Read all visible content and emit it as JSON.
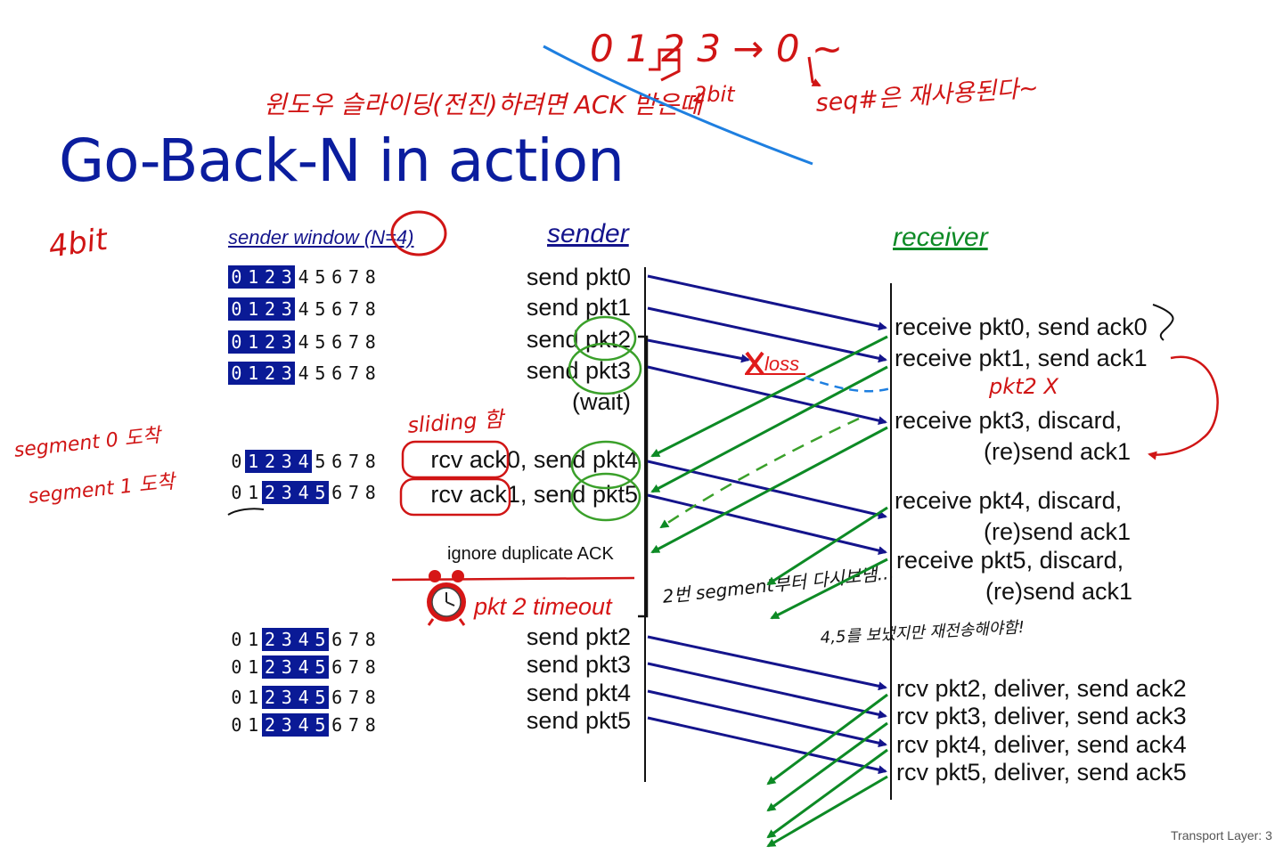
{
  "title": "Go-Back-N in action",
  "headers": {
    "sender_window": "sender window (N=4)",
    "sender": "sender",
    "receiver": "receiver"
  },
  "window_seq": [
    "0",
    "1",
    "2",
    "3",
    "4",
    "5",
    "6",
    "7",
    "8"
  ],
  "window_rows": [
    {
      "base": 0,
      "size": 4
    },
    {
      "base": 0,
      "size": 4
    },
    {
      "base": 0,
      "size": 4
    },
    {
      "base": 0,
      "size": 4
    },
    {
      "base": 1,
      "size": 4
    },
    {
      "base": 2,
      "size": 4
    },
    {
      "base": 2,
      "size": 4
    },
    {
      "base": 2,
      "size": 4
    },
    {
      "base": 2,
      "size": 4
    },
    {
      "base": 2,
      "size": 4
    }
  ],
  "sender_lines": [
    "send  pkt0",
    "send  pkt1",
    "send  pkt2",
    "send  pkt3",
    "(wait)",
    "rcv ack0, send pkt4",
    "rcv ack1, send pkt5",
    "ignore duplicate ACK",
    "pkt 2 timeout",
    "send  pkt2",
    "send  pkt3",
    "send  pkt4",
    "send  pkt5"
  ],
  "receiver_lines": [
    "receive pkt0, send ack0",
    "receive pkt1, send ack1",
    "receive pkt3, discard,",
    "(re)send ack1",
    "receive pkt4, discard,",
    "(re)send ack1",
    "receive pkt5, discard,",
    "(re)send ack1",
    "rcv pkt2, deliver, send ack2",
    "rcv pkt3, deliver, send ack3",
    "rcv pkt4, deliver, send ack4",
    "rcv pkt5, deliver, send ack5"
  ],
  "loss_label": "loss",
  "footer": "Transport Layer: 3",
  "handwritten": {
    "top_seq": "0 1 2 3 → 0 ~",
    "bits": "4bit",
    "two_bit": "2bit",
    "korean_top": "윈도우 슬라이딩(전진)하려면 ACK 받은때",
    "korean_seq": "seq#은 재사용된다~",
    "pkt2x": "pkt2 X",
    "sliding": "sliding 함",
    "seg0": "segment 0 도착",
    "seg1": "segment 1 도착",
    "resend": "2번 segment부터 다시보냄...",
    "resend2": "4,5를 보냈지만 재전송해야함!"
  },
  "colors": {
    "title": "#0b1d9e",
    "window_fill": "#0a1a96",
    "sender_arrow": "#14148c",
    "ack_arrow": "#0d8a25",
    "timeout": "#d61616",
    "annotation_red": "#d01515",
    "annotation_blue": "#1e7fe0",
    "annotation_green": "#3aa02a"
  },
  "icons": [
    "alarm-clock-icon",
    "loss-x-icon"
  ]
}
